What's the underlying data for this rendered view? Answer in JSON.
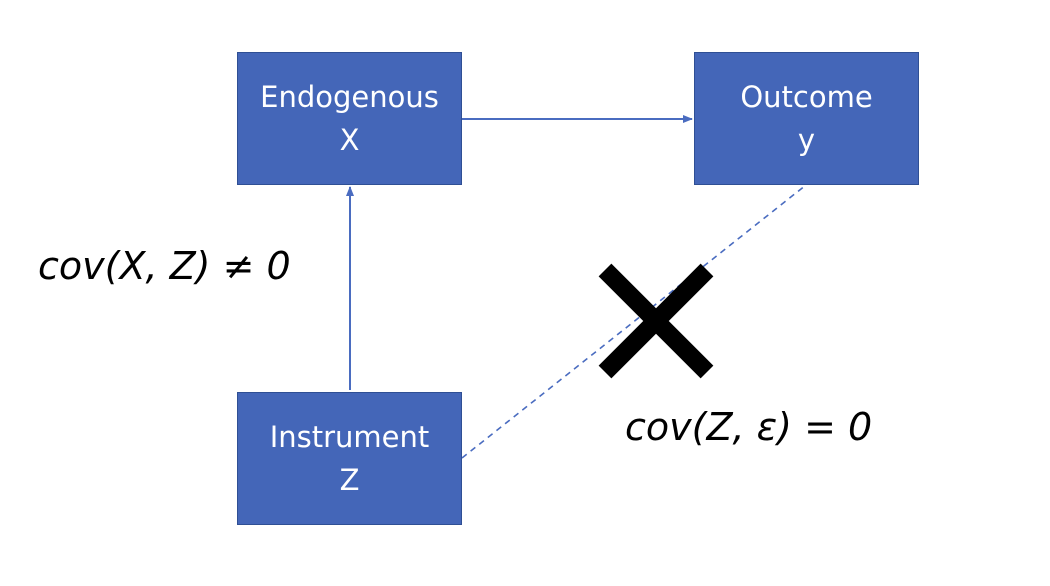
{
  "nodes": {
    "endogenous": {
      "line1": "Endogenous",
      "line2": "X"
    },
    "outcome": {
      "line1": "Outcome",
      "line2": "y"
    },
    "instrument": {
      "line1": "Instrument",
      "line2": "Z"
    }
  },
  "labels": {
    "relevance": "cov(X, Z) ≠ 0",
    "exogeneity": "cov(Z, ε) = 0"
  },
  "colors": {
    "node_fill": "#4466b8",
    "node_border": "#2f4f94",
    "edge": "#4a6cc0",
    "cross_mark": "#000000"
  },
  "icons": {
    "blocked_path": "cross-mark-icon"
  }
}
